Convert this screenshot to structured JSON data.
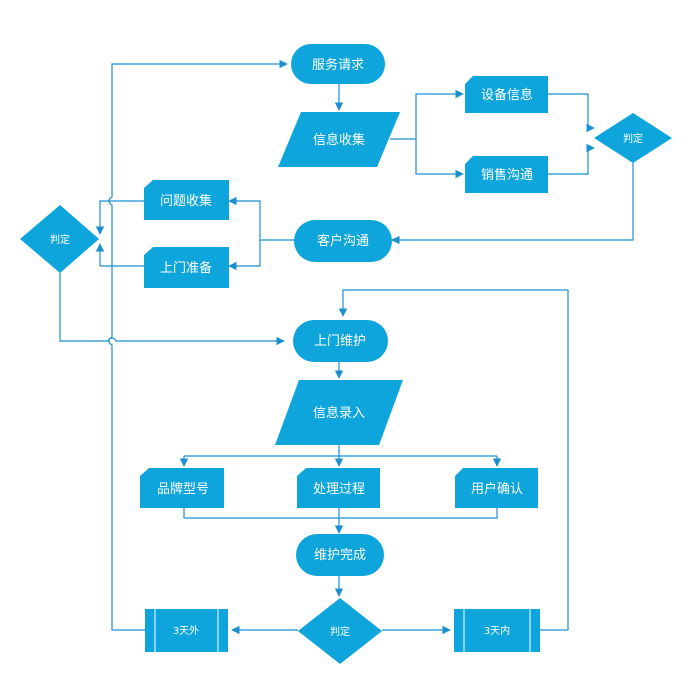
{
  "nodes": {
    "service_request": "服务请求",
    "info_collect": "信息收集",
    "device_info": "设备信息",
    "sales_comm": "销售沟通",
    "judge_top": "判定",
    "customer_comm": "客户沟通",
    "problem_collect": "问题收集",
    "onsite_prep": "上门准备",
    "judge_left": "判定",
    "onsite_maint": "上门维护",
    "info_entry": "信息录入",
    "brand_model": "品牌型号",
    "process": "处理过程",
    "user_confirm": "用户确认",
    "maint_done": "维护完成",
    "judge_bottom": "判定",
    "over_3days": "3天外",
    "within_3days": "3天内"
  },
  "colors": {
    "node_fill": "#0ea5dc",
    "edge": "#1b8fd0",
    "text": "#ffffff"
  }
}
